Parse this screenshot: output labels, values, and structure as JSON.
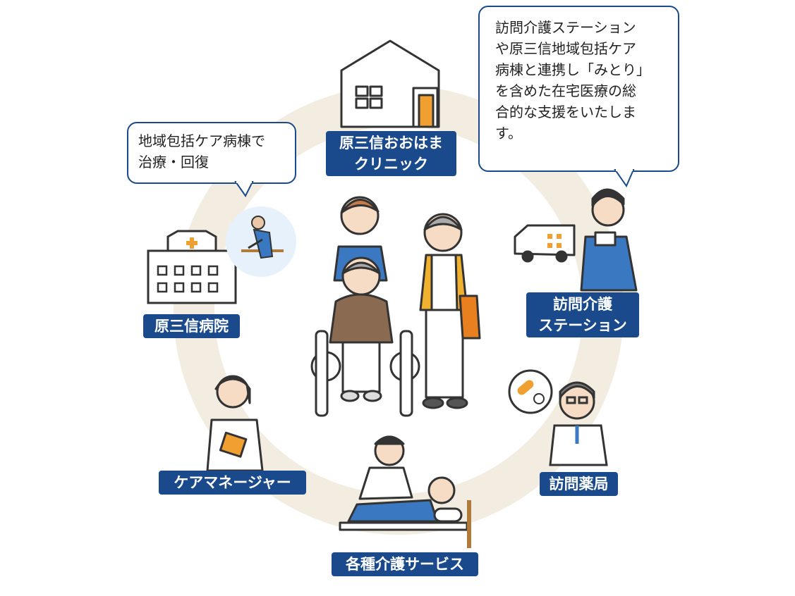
{
  "facilities": {
    "clinic": [
      "原三信おおはま",
      "クリニック"
    ],
    "hospital": [
      "原三信病院"
    ],
    "station": [
      "訪問介護",
      "ステーション"
    ],
    "pharmacy": [
      "訪問薬局"
    ],
    "care_manager": [
      "ケアマネージャー"
    ],
    "care_services": [
      "各種介護サービス"
    ]
  },
  "bubbles": {
    "hospital_note": [
      "地域包括ケア病棟で",
      "治療・回復"
    ],
    "station_note": [
      "訪問介護ステーション",
      "や原三信地域包括ケア",
      "病棟と連携し「みとり」",
      "を含めた在宅医療の総",
      "合的な支援をいたしま",
      "す。"
    ]
  },
  "colors": {
    "label_bg": "#1b4a8c",
    "ring": "#f3ece0",
    "accent_orange": "#f0a030",
    "staff_blue": "#3a78c2"
  },
  "icons": [
    "house-icon",
    "hospital-icon",
    "ambulance-icon",
    "nurse-icon",
    "pharmacist-icon",
    "pill-icon",
    "care-manager-icon",
    "caregiver-icon",
    "patient-in-bed-icon",
    "wheelchair-family-icon",
    "rehab-patient-icon"
  ]
}
